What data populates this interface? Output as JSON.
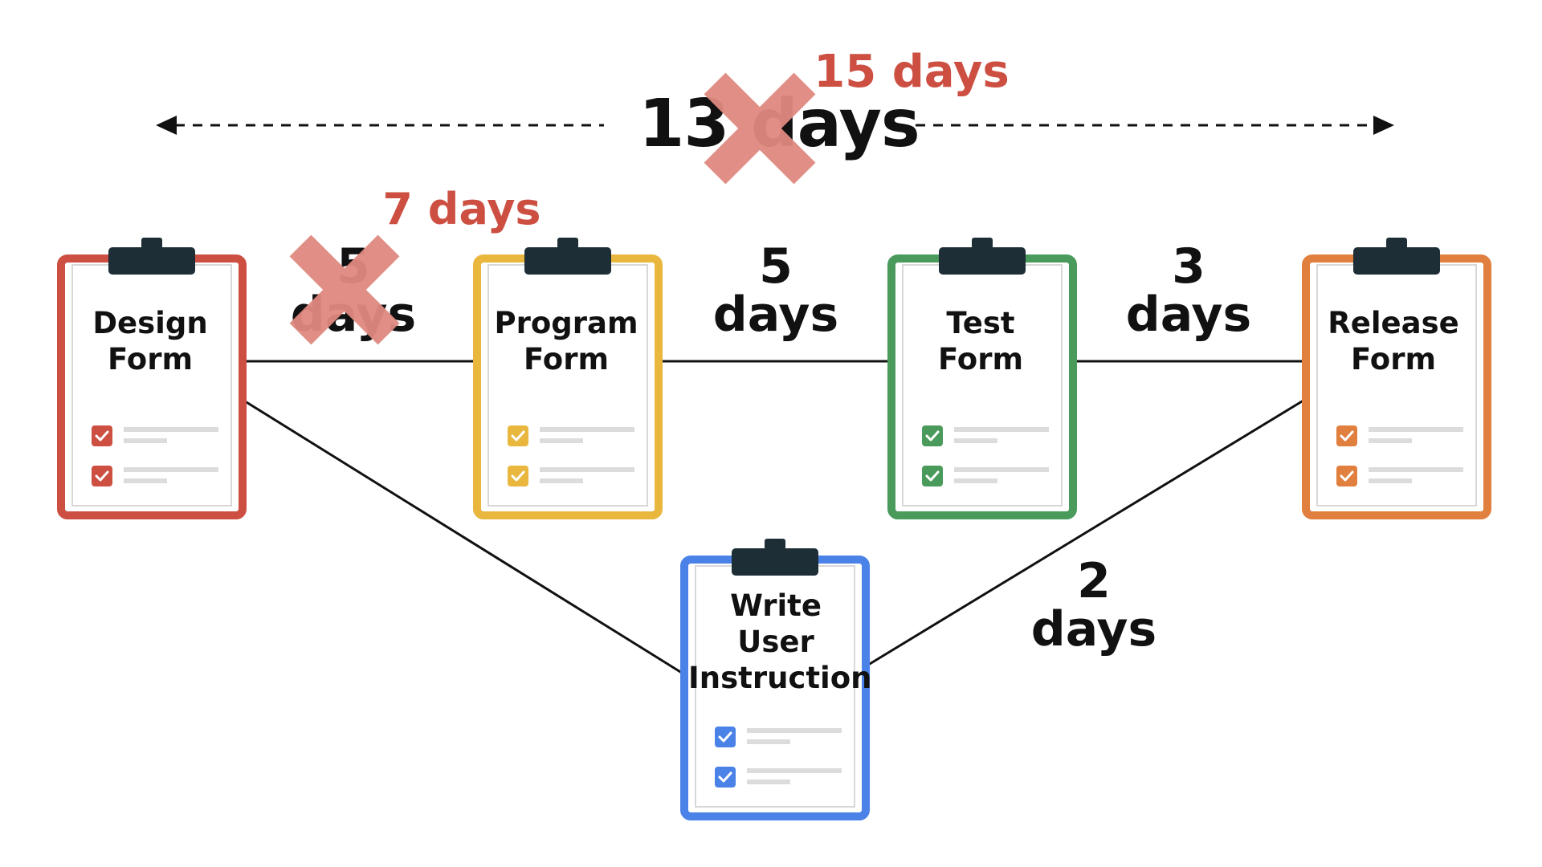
{
  "colors": {
    "red": "#cc4f42",
    "yellow": "#e9b63e",
    "green": "#4a9a5c",
    "orange": "#e07f3e",
    "blue": "#4a82e8",
    "clip": "#1e2e36",
    "cross": "#e08a80",
    "old_estimate": "#cc4f42"
  },
  "total": {
    "value": "13 days",
    "crossed_out": true,
    "revised": "15 days"
  },
  "tasks": [
    {
      "id": "design",
      "title_lines": [
        "Design",
        "Form"
      ],
      "color": "red",
      "icon": "clipboard-icon"
    },
    {
      "id": "program",
      "title_lines": [
        "Program",
        "Form"
      ],
      "color": "yellow",
      "icon": "clipboard-icon"
    },
    {
      "id": "test",
      "title_lines": [
        "Test",
        "Form"
      ],
      "color": "green",
      "icon": "clipboard-icon"
    },
    {
      "id": "release",
      "title_lines": [
        "Release",
        "Form"
      ],
      "color": "orange",
      "icon": "clipboard-icon"
    },
    {
      "id": "write",
      "title_lines": [
        "Write",
        "User",
        "Instruction"
      ],
      "color": "blue",
      "icon": "clipboard-icon"
    }
  ],
  "edges": [
    {
      "from": "Design Form",
      "to": "Program Form",
      "duration_lines": [
        "5",
        "days"
      ],
      "crossed_out": true,
      "revised": "7 days"
    },
    {
      "from": "Program Form",
      "to": "Test Form",
      "duration_lines": [
        "5",
        "days"
      ]
    },
    {
      "from": "Test Form",
      "to": "Release Form",
      "duration_lines": [
        "3",
        "days"
      ]
    },
    {
      "from": "Design Form",
      "to": "Write User Instruction"
    },
    {
      "from": "Write User Instruction",
      "to": "Release Form",
      "duration_lines": [
        "2",
        "days"
      ]
    }
  ]
}
